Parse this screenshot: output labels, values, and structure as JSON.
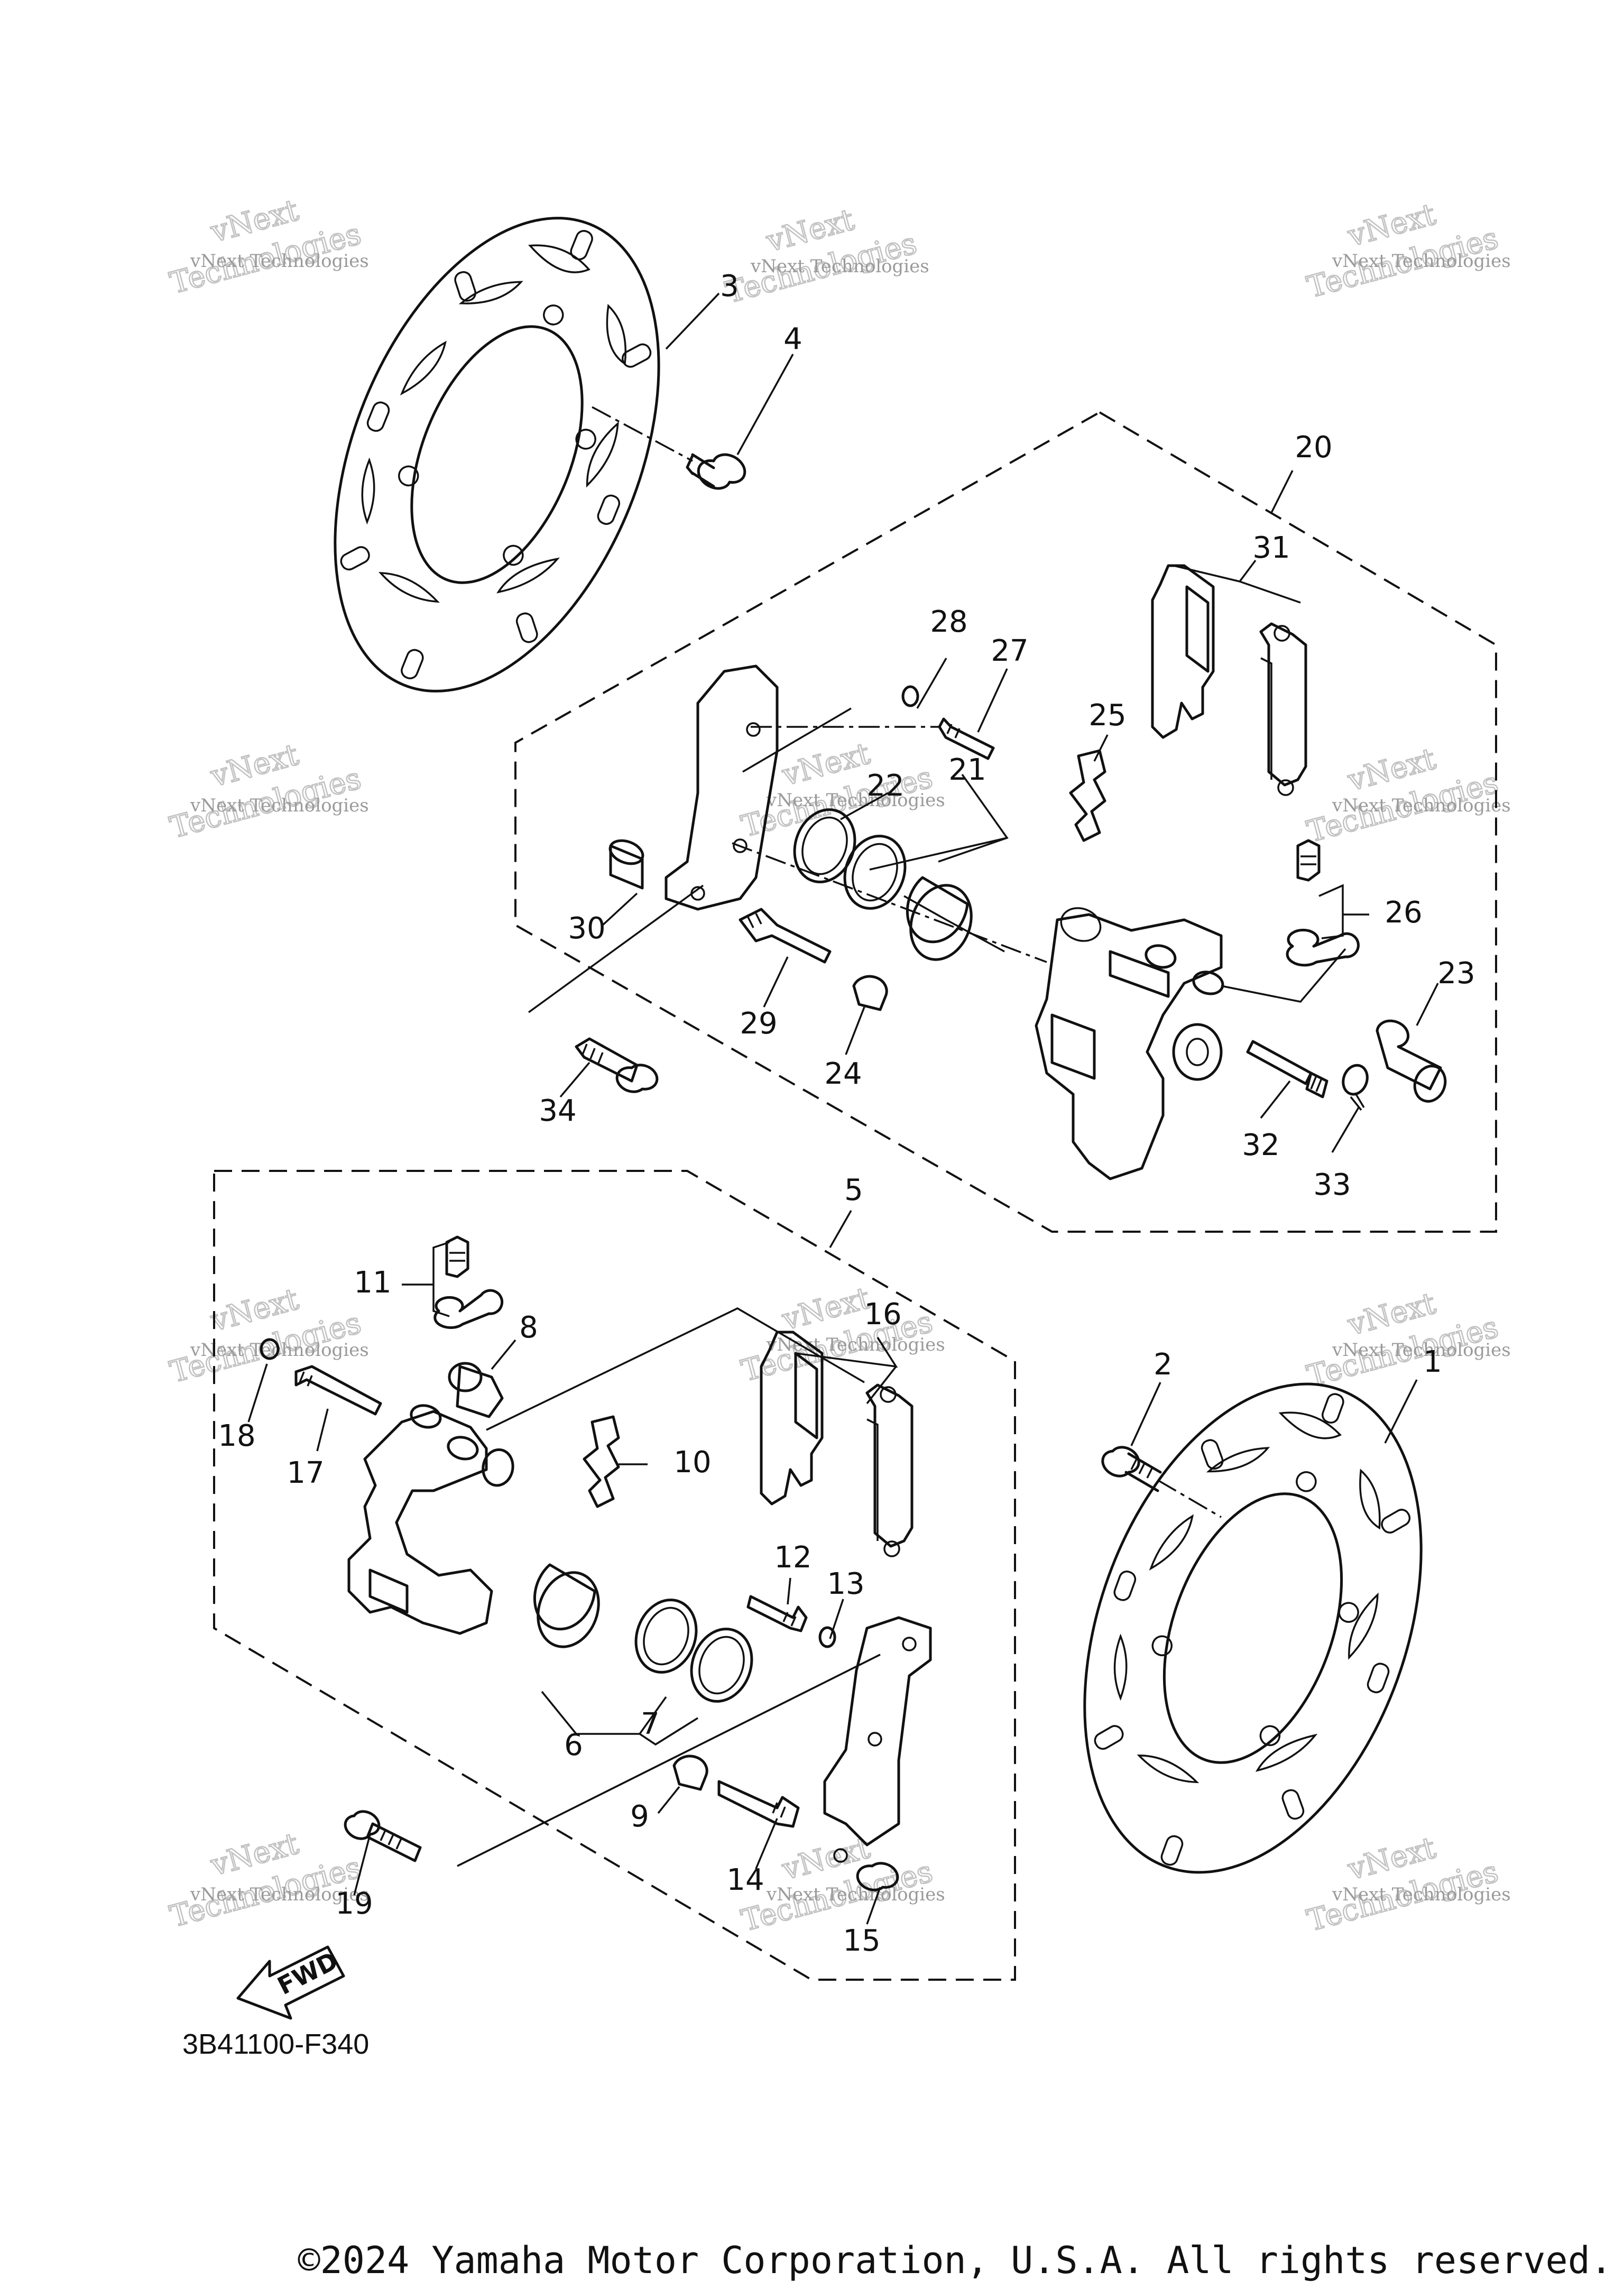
{
  "diagram": {
    "code": "3B41100-F340",
    "copyright": "©2024 Yamaha Motor Corporation, U.S.A. All rights reserved.",
    "fwd_label": "FWD",
    "watermark": {
      "line1": "vNext Technologies",
      "line2": "Technologies",
      "line3": "vNext"
    },
    "callouts": {
      "p1": "1",
      "p2": "2",
      "p3": "3",
      "p4": "4",
      "p5": "5",
      "p6": "6",
      "p7": "7",
      "p8": "8",
      "p9": "9",
      "p10": "10",
      "p11": "11",
      "p12": "12",
      "p13": "13",
      "p14": "14",
      "p15": "15",
      "p16": "16",
      "p17": "17",
      "p18": "18",
      "p19": "19",
      "p20": "20",
      "p21": "21",
      "p22": "22",
      "p23": "23",
      "p24": "24",
      "p25": "25",
      "p26": "26",
      "p27": "27",
      "p28": "28",
      "p29": "29",
      "p30": "30",
      "p31": "31",
      "p32": "32",
      "p33": "33",
      "p34": "34"
    }
  }
}
